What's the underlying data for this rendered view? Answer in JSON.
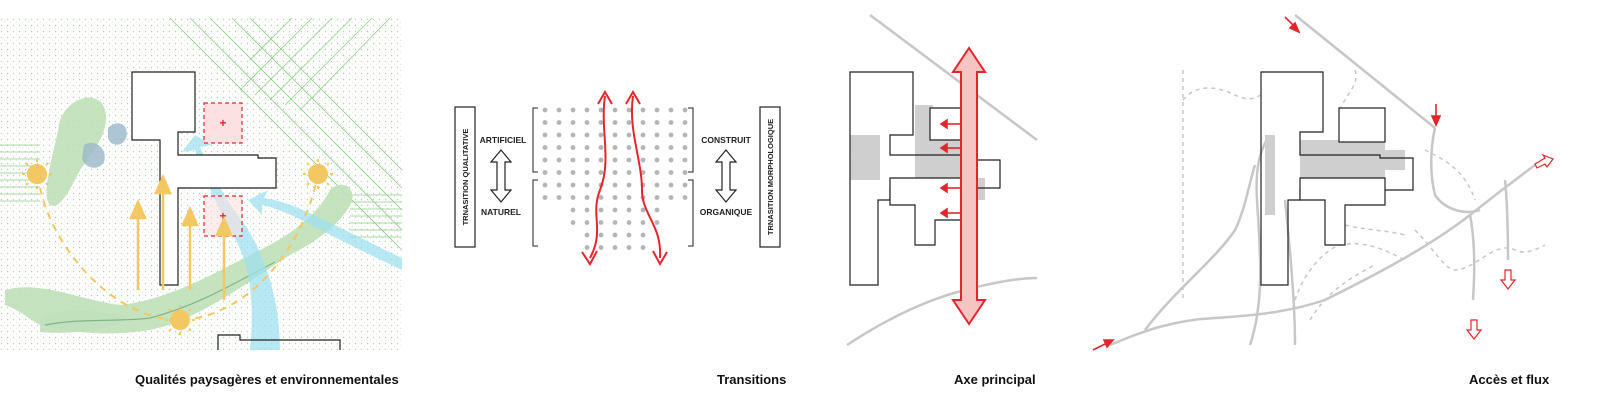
{
  "captions": {
    "landscape": "Qualités paysagères et environnementales",
    "transitions": "Transitions",
    "axis": "Axe principal",
    "access": "Accès et flux"
  },
  "transitions": {
    "left_box": "TRNASITION QUALITATIVE",
    "right_box": "TRNASITION MORPHOLOGIQUE",
    "left_top": "ARTIFICIEL",
    "left_bottom": "NATUREL",
    "right_top": "CONSTRUIT",
    "right_bottom": "ORGANIQUE"
  },
  "colors": {
    "accent_red": "#e5242b",
    "sun_yellow": "#f3c761",
    "water_blue": "#9fe0ef",
    "vegetation_green": "#bfe0b8",
    "road_gray": "#c7c7c7",
    "building_gray": "#cfcfcf"
  }
}
